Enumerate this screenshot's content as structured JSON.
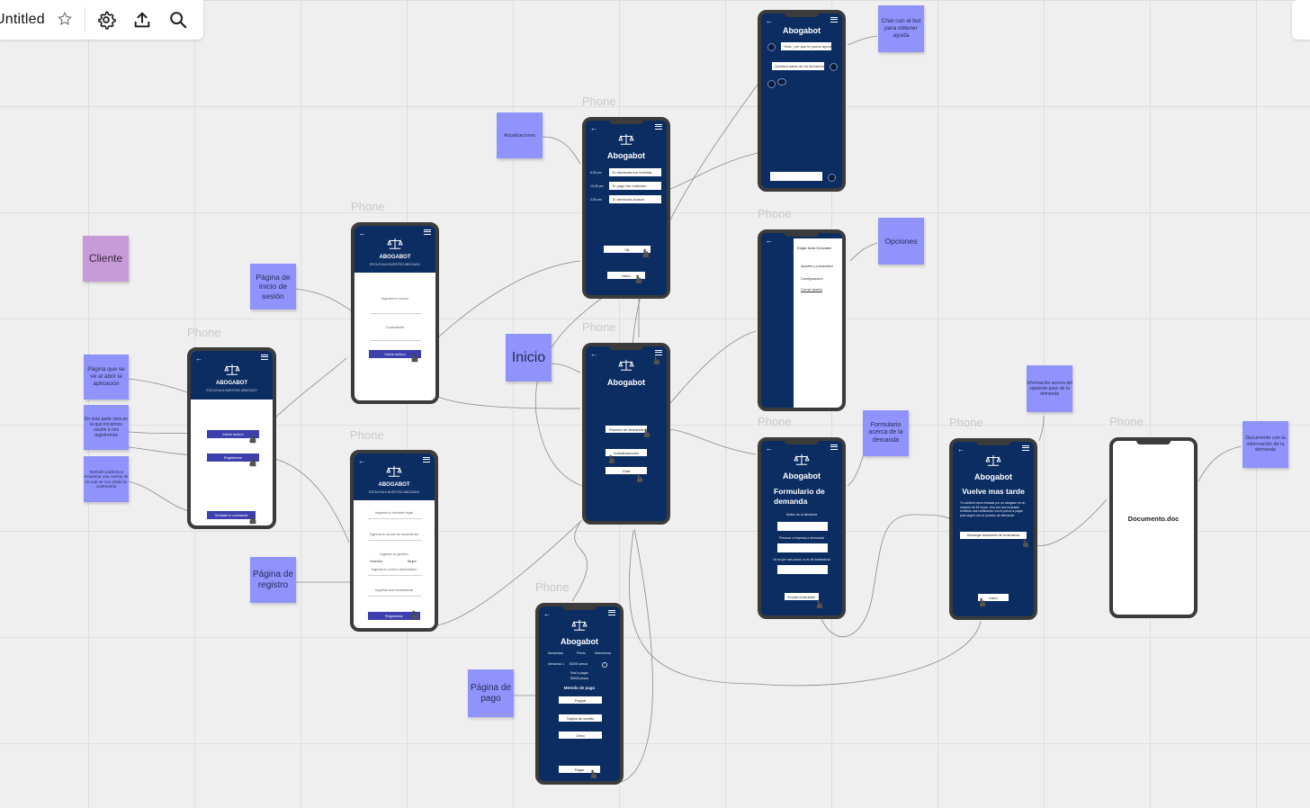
{
  "toolbar": {
    "board_title": "Untitled",
    "icons": [
      "star-icon",
      "gear-icon",
      "upload-icon",
      "search-icon"
    ]
  },
  "phone_label": "Phone",
  "stickies": {
    "cliente": "Cliente",
    "pagina_abrir": "Página que se ve al abrir la aplicación",
    "parte_inicio": "En esta parte sera en la que iniciemos sesión o nos registremos",
    "recuperar": "También podremos recuperar una cuenta de la cual se nos olvido la contraseña",
    "inicio_sesion": "Página de inicio de sesión",
    "registro": "Página de registro",
    "actualizaciones": "Actualizaciones",
    "inicio": "Inicio",
    "pago": "Página de pago",
    "chat": "Chat con el bot para obtener ayuda",
    "opciones": "Opciones",
    "formulario": "Formulario acerca de la demanda",
    "info_paso": "Información acerca del siguiente paso de la demanda",
    "documento": "Documento con la información de la demanda"
  },
  "brand": {
    "upper": "ABOGABOT",
    "regular": "Abogabot",
    "tagline": "ESCUCHA A NUESTRO ABOGADO"
  },
  "splash": {
    "login_btn": "Iniciar sesion",
    "register_btn": "Registrarse",
    "forgot_btn": "Olvidaste tu contraseña"
  },
  "login": {
    "email_placeholder": "Ingresa tu correo",
    "password_placeholder": "Contraseña",
    "submit": "Iniciar sesion"
  },
  "register": {
    "name": "Ingresa tu nombre legal",
    "birth": "Ingresa tu fecha de nacimiento",
    "gender": "Ingresa tu genero",
    "gender_a": "Hombre",
    "gender_b": "Mujer",
    "email": "Ingresa tu correo electrónico",
    "password": "Ingresa una contraseña",
    "submit": "Registrarse"
  },
  "updates": {
    "items": [
      {
        "time": "8:30 pm",
        "text": "Tu demanda fue recibida"
      },
      {
        "time": "10:30 pm",
        "text": "Tu pago fue realizado"
      },
      {
        "time": "2:00 am",
        "text": "Tu demanda avanzo"
      }
    ],
    "btn1": "Ok",
    "btn2": "Inicio"
  },
  "home": {
    "btn1": "Proceso de demanda",
    "btn2": "Actualizaciones",
    "btn3": "Chat"
  },
  "chat": {
    "msg1": "Hola, ¿en que te puedo ayudar?",
    "msg2": "Quisiera saber de mi demanda"
  },
  "options": {
    "user": "Edgar Avila Gonzalez",
    "item1": "Ajustes y privacidad",
    "item2": "Configuración",
    "item3": "Cerrar sesión"
  },
  "form": {
    "title": "Formulario de demanda",
    "q1": "Motivo de la demanda",
    "q2": "Persona o empresa a demandar",
    "q3": "No es que mas posea, no es de demanda tal",
    "submit": "Enviar formulario"
  },
  "later": {
    "title": "Vuelve mas tarde",
    "body": "Tu solicitud sera revisada por un abogado en un maximo de 48 horas. Una vez sea evaluado recibiras una notificacion con el precio a pagar para seguir con el proceso de demanda.",
    "doc_btn": "Descargar documento de la demanda",
    "ok": "Inicio"
  },
  "document": {
    "name": "Documento.doc"
  },
  "payment": {
    "headers": [
      "Demandas",
      "Precio",
      "Seleccionar"
    ],
    "row_label": "Demanda 1",
    "row_price": "$3000 pesos",
    "total_label": "Total a pagar:",
    "total_value": "$3000 pesos",
    "method_title": "Metodo de pago",
    "methods": [
      "Paypal",
      "Tarjeta de credito",
      "Oxxo"
    ],
    "pay_btn": "Pagar"
  }
}
